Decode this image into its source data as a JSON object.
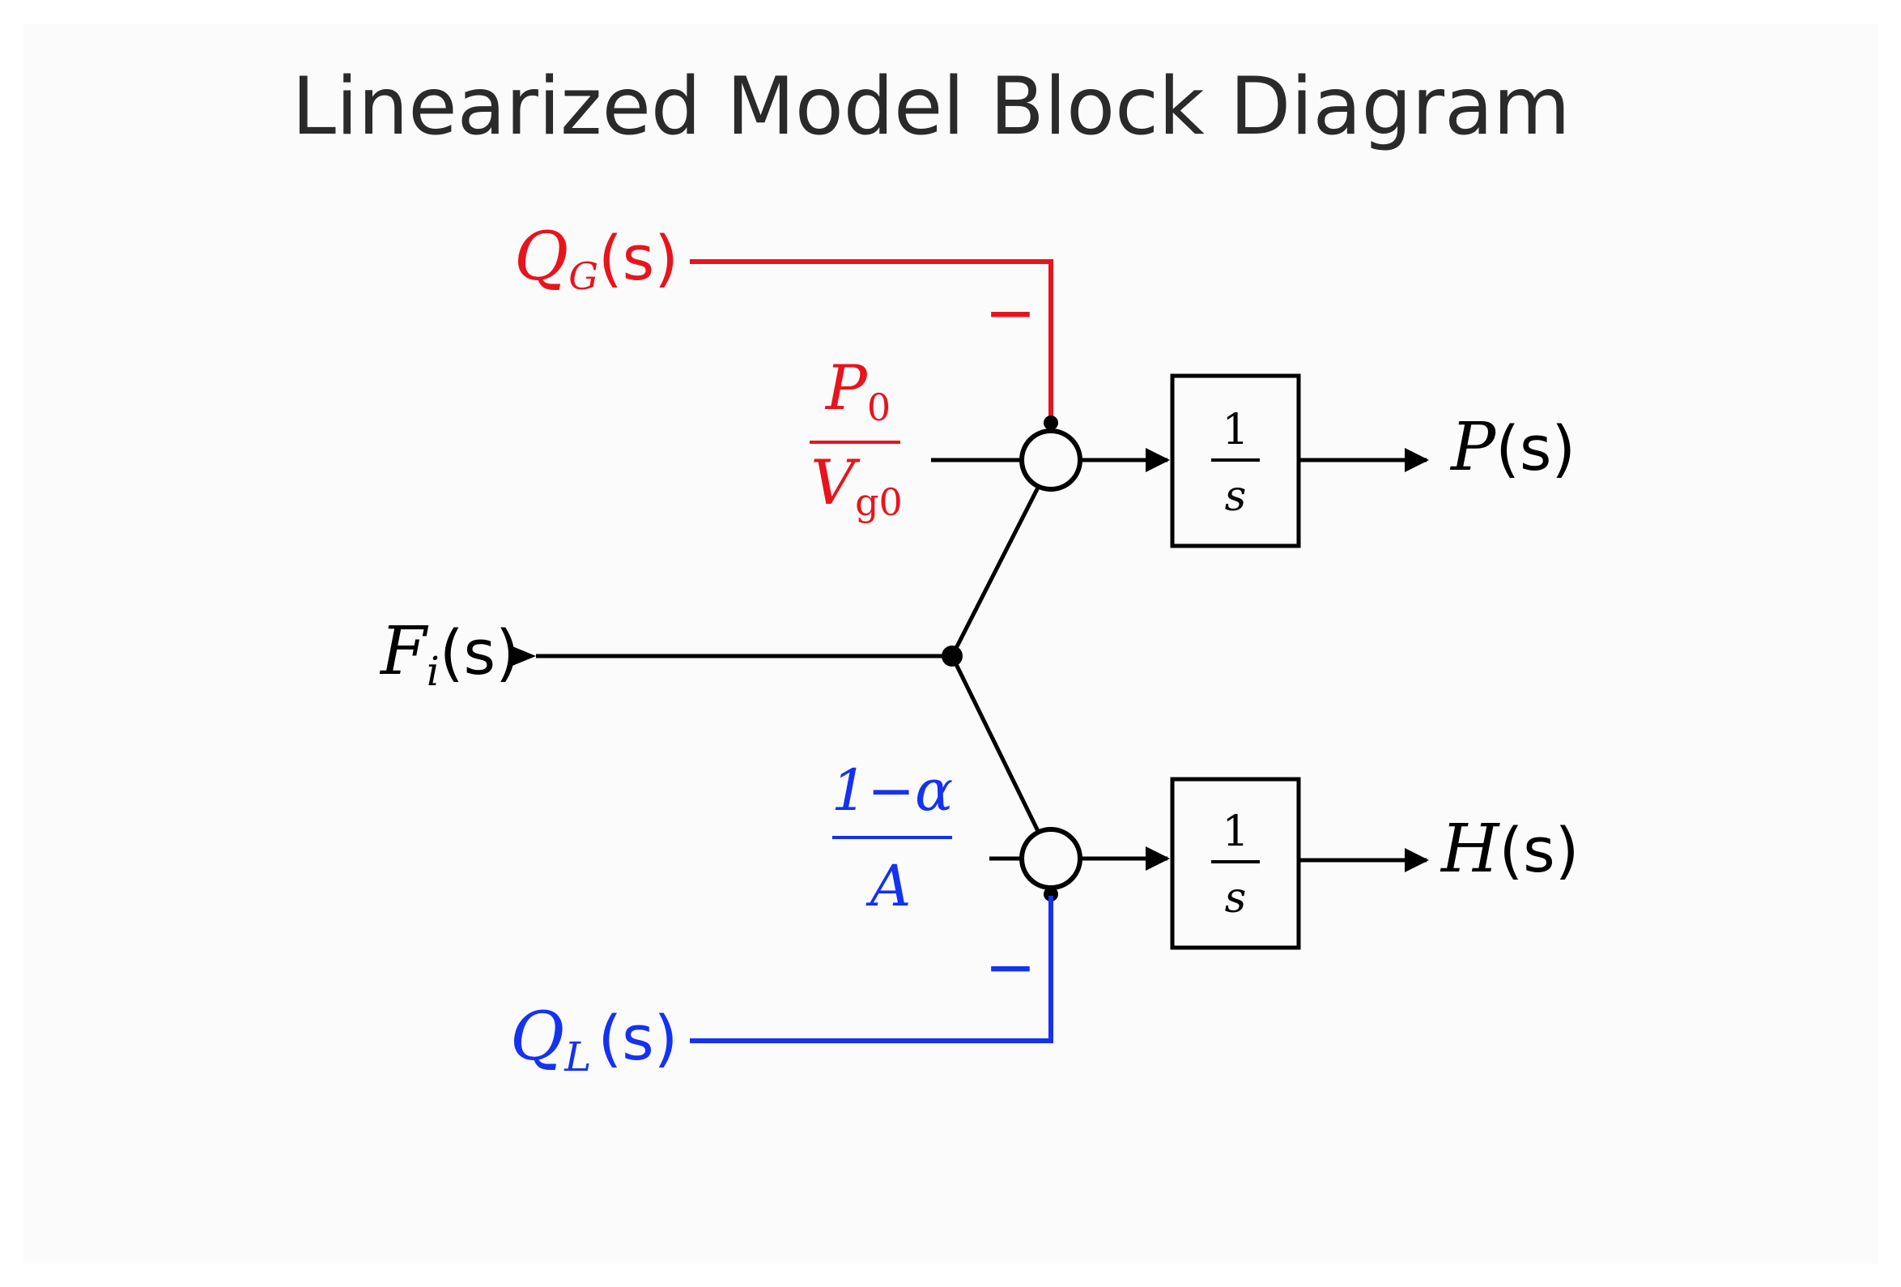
{
  "title": "Linearized Model Block Diagram",
  "colors": {
    "red": "#e8141c",
    "blue": "#1432f0",
    "black": "#000000",
    "title": "#2a2a2a"
  },
  "inputs": {
    "qg": {
      "main": "Q",
      "sub": "G",
      "tail": "(s)"
    },
    "fi": {
      "main": "F",
      "sub": "i",
      "tail": "(s)"
    },
    "ql": {
      "main": "Q",
      "sub": "L",
      "tail": "(s)"
    }
  },
  "outputs": {
    "p": {
      "main": "P",
      "tail": "(s)"
    },
    "h": {
      "main": "H",
      "tail": "(s)"
    }
  },
  "gains": {
    "top": {
      "num_main": "P",
      "num_sub": "0",
      "den_main": "V",
      "den_sub": "g0"
    },
    "bottom": {
      "num": "1−α",
      "den": "A"
    }
  },
  "integrators": {
    "top": {
      "num": "1",
      "den": "s"
    },
    "bottom": {
      "num": "1",
      "den": "s"
    }
  },
  "signs": {
    "top_minus": "−",
    "bottom_minus": "−"
  }
}
